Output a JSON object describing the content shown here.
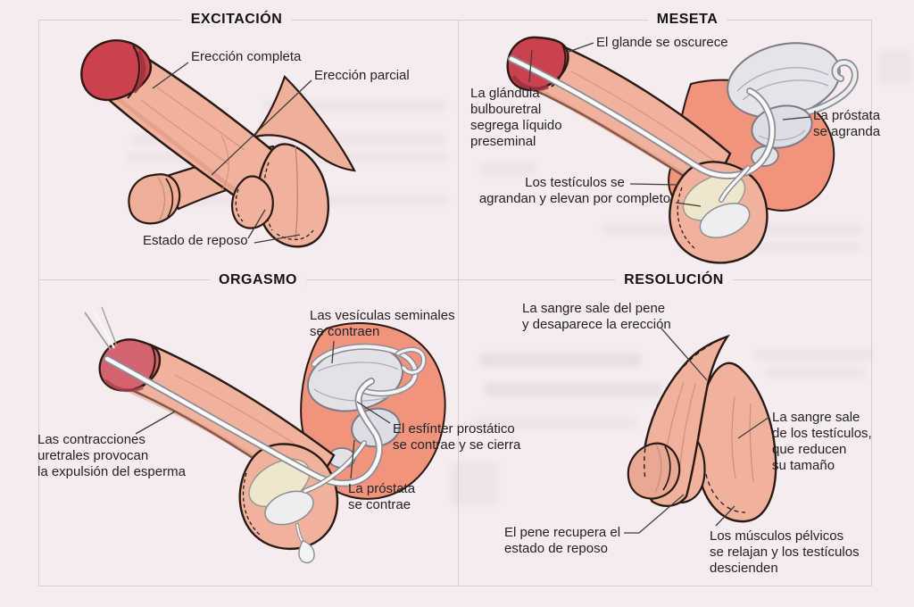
{
  "page": {
    "background": "#f6ebee",
    "frame_color": "#d9cdd3",
    "colors": {
      "skin": "#f0b29c",
      "skin_shade": "#e0937e",
      "outline": "#2b1a13",
      "glans_red": "#cb4150",
      "glans_dark": "#9e3140",
      "glans_muted": "#d46270",
      "flaccid_glans": "#e8a892",
      "pelvic_tissue": "#f0947e",
      "organ_fill": "#e3e3ea",
      "organ_stroke": "#7b7b85",
      "tube_fill": "#fafafa",
      "tube_stroke": "#8d8d96",
      "testis_cream": "#efe6cd",
      "testis_white": "#edeef0",
      "title_color": "#141414",
      "label_color": "#232323",
      "leader_color": "#3c3c3c"
    }
  },
  "panels": [
    {
      "id": "excitacion",
      "title": "EXCITACIÓN",
      "labels": [
        {
          "text": "Erección completa"
        },
        {
          "text": "Erección parcial"
        },
        {
          "text": "Estado de reposo"
        }
      ]
    },
    {
      "id": "meseta",
      "title": "MESETA",
      "labels": [
        {
          "text": "El glande se oscurece"
        },
        {
          "text": "La glándula\nbulbouretral\nsegrega líquido\npreseminal"
        },
        {
          "text": "La próstata\nse agranda"
        },
        {
          "text": "Los testículos se\nagrandan y elevan por completo"
        }
      ]
    },
    {
      "id": "orgasmo",
      "title": "ORGASMO",
      "labels": [
        {
          "text": "Las vesículas seminales\nse contraen"
        },
        {
          "text": "Las contracciones\nuretrales provocan\nla expulsión del esperma"
        },
        {
          "text": "El esfínter prostático\nse contrae y se cierra"
        },
        {
          "text": "La próstata\nse contrae"
        }
      ]
    },
    {
      "id": "resolucion",
      "title": "RESOLUCIÓN",
      "labels": [
        {
          "text": "La sangre sale del pene\ny desaparece la erección"
        },
        {
          "text": "La sangre sale\nde los testículos,\nque reducen\nsu tamaño"
        },
        {
          "text": "El pene recupera el\nestado de reposo"
        },
        {
          "text": "Los músculos pélvicos\nse relajan y los testículos\ndescienden"
        }
      ]
    }
  ]
}
